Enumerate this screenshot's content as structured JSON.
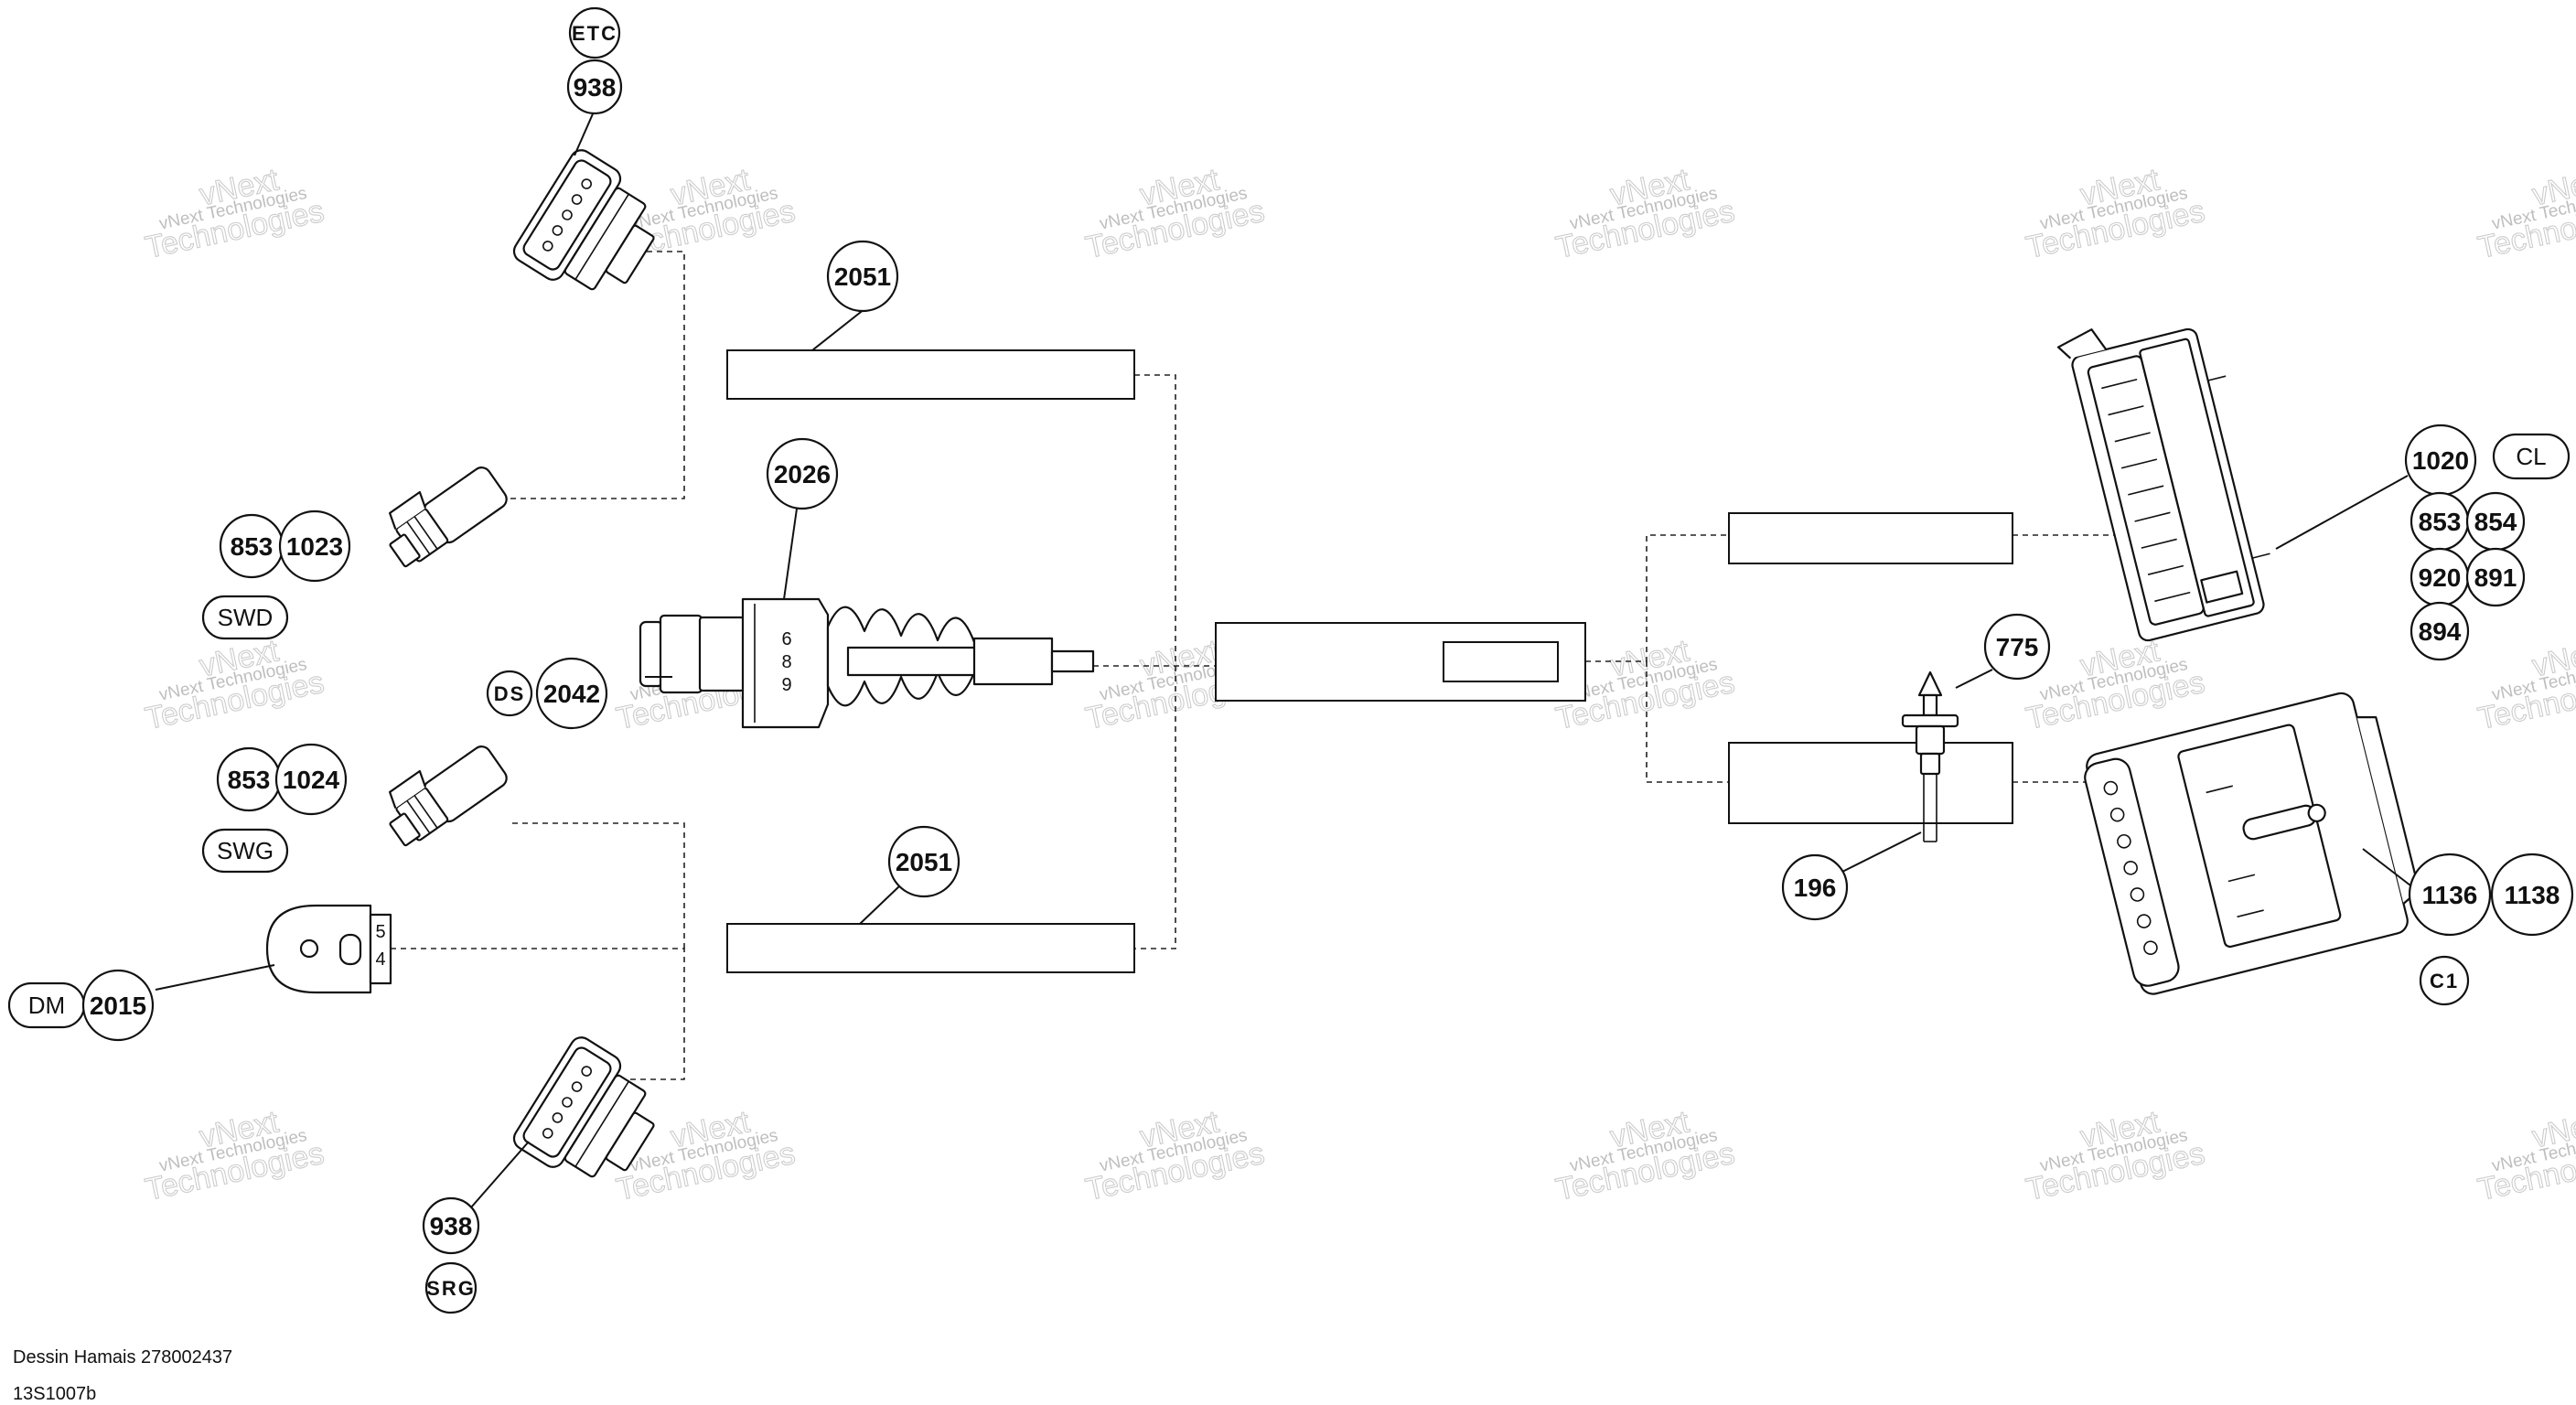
{
  "callouts": {
    "etc": "ETC",
    "p938_top": "938",
    "p2051_top": "2051",
    "p853_a": "853",
    "p1023": "1023",
    "swd": "SWD",
    "p2026": "2026",
    "ds": "DS",
    "p2042": "2042",
    "p853_b": "853",
    "p1024": "1024",
    "swg": "SWG",
    "p2051_bottom": "2051",
    "dm": "DM",
    "p2015": "2015",
    "p938_bottom": "938",
    "srg": "SRG",
    "p1020": "1020",
    "cl": "CL",
    "p853_c": "853",
    "p854": "854",
    "p920": "920",
    "p891": "891",
    "p894": "894",
    "p775": "775",
    "p196": "196",
    "p1136": "1136",
    "p1138": "1138",
    "c1": "C1"
  },
  "pin_labels": {
    "sensor_6": "6",
    "sensor_8": "8",
    "sensor_9": "9",
    "dm_5": "5",
    "dm_4": "4"
  },
  "watermark": {
    "line1": "vNext Technologies",
    "line2": "vNext",
    "line3": "Technologies"
  },
  "footer": {
    "drawing_ref": "Dessin Hamais 278002437",
    "figure_id": "13S1007b"
  }
}
